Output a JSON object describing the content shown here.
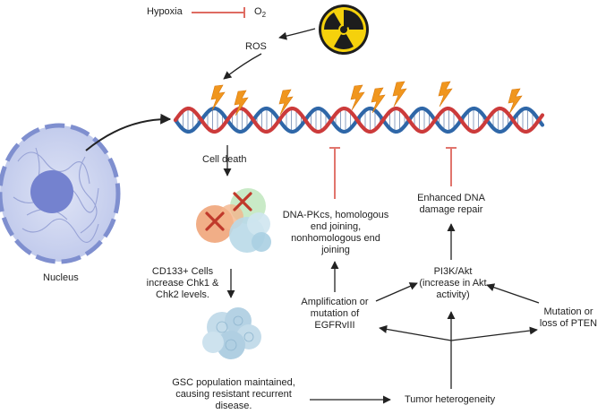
{
  "labels": {
    "hypoxia": "Hypoxia",
    "o2": "O",
    "o2_sub": "2",
    "ros": "ROS",
    "cell_death": "Cell death",
    "nucleus": "Nucleus",
    "cd133": [
      "CD133+ Cells",
      "increase Chk1 &",
      "Chk2 levels."
    ],
    "gsc": [
      "GSC population maintained,",
      "causing resistant recurrent",
      "disease."
    ],
    "tumor_heterogeneity": "Tumor heterogeneity",
    "dna_pkcs": [
      "DNA-PKcs, homologous",
      "end joining,",
      "nonhomologous end",
      "joining"
    ],
    "amplification": [
      "Amplification or",
      "mutation of",
      "EGFRvIII"
    ],
    "enhanced_repair": [
      "Enhanced DNA",
      "damage repair"
    ],
    "pi3k": [
      "PI3K/Akt",
      "(increase in Akt",
      "activity)"
    ],
    "pten": [
      "Mutation or",
      "loss of PTEN"
    ]
  },
  "icons": {
    "radiation": "radiation-symbol",
    "lightning": "lightning-bolt",
    "dna": "dna-double-helix",
    "nucleus": "cell-nucleus",
    "dead_cells": "dead-cell-cluster",
    "stem_cells": "stem-cell-cluster"
  },
  "colors": {
    "inhibit": "#d43a2f",
    "dna_red": "#cc3b3b",
    "dna_blue": "#2f67a8",
    "bolt": "#f0961e",
    "nucleus_fill": "#c9d2ee",
    "nucleus_core": "#7985cf"
  }
}
